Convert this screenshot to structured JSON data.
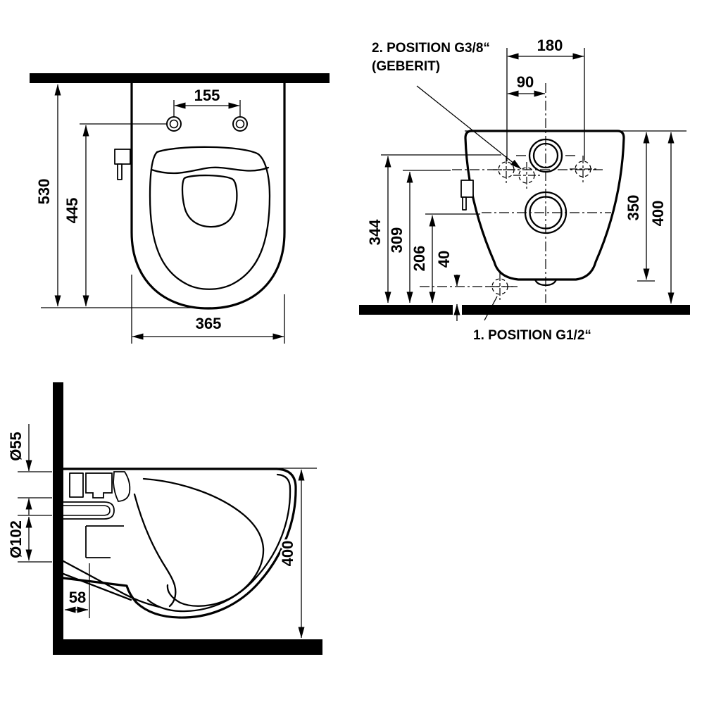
{
  "drawing": {
    "type": "technical-dimension-drawing",
    "subject": "wall-hung toilet / bidet installation dimensions",
    "units": "mm",
    "line_color": "#000000",
    "background": "#ffffff",
    "top_view": {
      "dims": {
        "depth_overall": "530",
        "depth_to_holes": "445",
        "hole_spacing": "155",
        "width": "365"
      }
    },
    "front_view": {
      "labels": {
        "position2_line1": "2. POSITION G3/8“",
        "position2_line2": "(GEBERIT)",
        "position1": "1. POSITION G1/2“"
      },
      "dims": {
        "fixing_spacing": "180",
        "supply_offset": "90",
        "height_supply": "344",
        "height_g38": "309",
        "height_drain": "206",
        "height_g12": "40",
        "body_height": "350",
        "mount_height": "400"
      }
    },
    "side_view": {
      "dims": {
        "inlet_diameter": "Ø55",
        "drain_diameter": "Ø102",
        "drain_offset": "58",
        "height": "400"
      }
    }
  }
}
